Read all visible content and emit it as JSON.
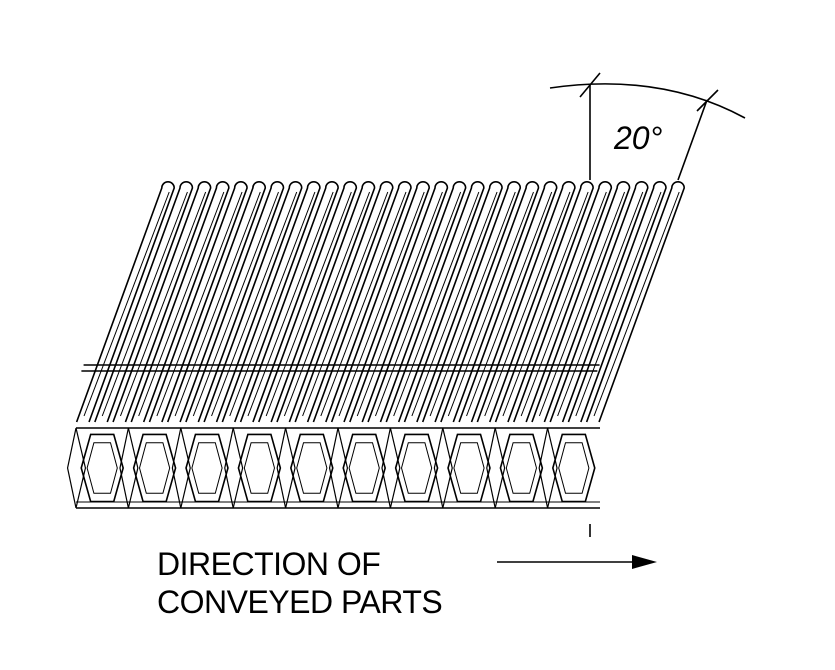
{
  "angle": {
    "value_label": "20°",
    "degrees": 20
  },
  "direction": {
    "line1": "DIRECTION OF",
    "line2": "CONVEYED PARTS"
  },
  "belt": {
    "rod_count": 29,
    "hex_cell_count": 10
  },
  "colors": {
    "ink": "#000000",
    "background": "#ffffff"
  }
}
